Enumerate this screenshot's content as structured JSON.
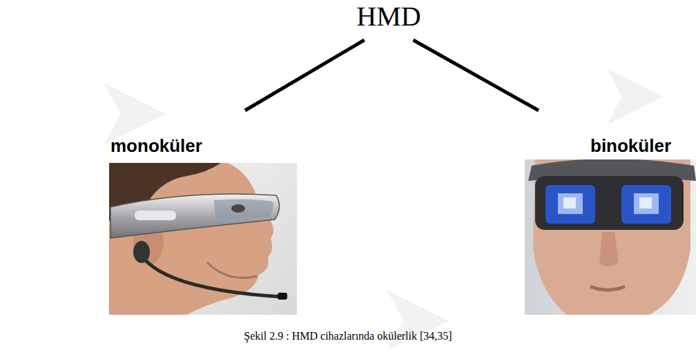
{
  "diagram": {
    "caption": "Şekil 2.9 : HMD cihazlarında okülerlik [34,35]",
    "nodes": [
      {
        "text": [
          "HMD"
        ]
      },
      {
        "text": [
          "monoküler"
        ]
      },
      {
        "text": [
          "binoküler"
        ]
      }
    ],
    "edges": [
      {
        "from": 0,
        "to": 1,
        "arrow": "none"
      },
      {
        "from": 0,
        "to": 2,
        "arrow": "none"
      }
    ]
  }
}
